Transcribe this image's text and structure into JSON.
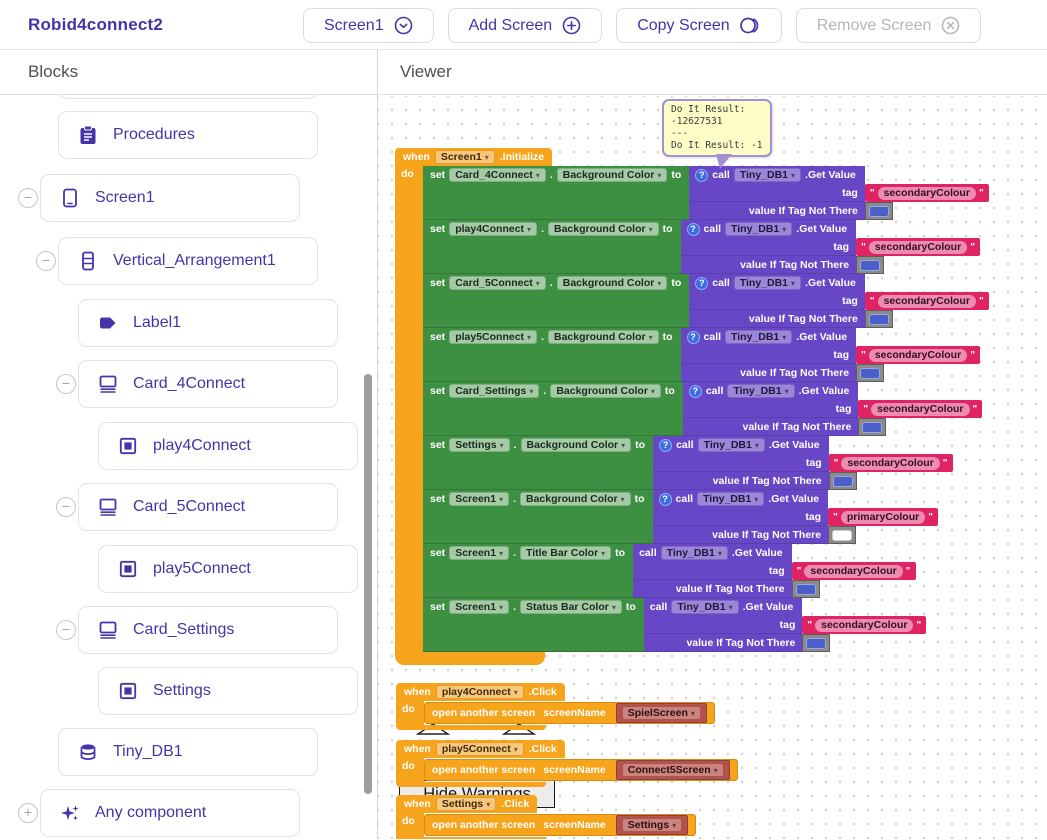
{
  "app": {
    "title": "Robid4connect2"
  },
  "toolbar": {
    "screen_selector": "Screen1",
    "add_screen": "Add Screen",
    "copy_screen": "Copy Screen",
    "remove_screen": "Remove Screen",
    "icons": [
      "chevron-down-circle-icon",
      "plus-circle-icon",
      "copy-icon",
      "x-circle-icon"
    ]
  },
  "panels": {
    "blocks_header": "Blocks",
    "viewer_header": "Viewer"
  },
  "tree": {
    "items": [
      {
        "label": "Procedures",
        "icon": "clipboard-icon",
        "level": 1,
        "toggle": null
      },
      {
        "label": "Screen1",
        "icon": "phone-icon",
        "level": 0,
        "toggle": "minus"
      },
      {
        "label": "Vertical_Arrangement1",
        "icon": "vertical-arrangement-icon",
        "level": 1,
        "toggle": "minus"
      },
      {
        "label": "Label1",
        "icon": "label-tag-icon",
        "level": 2,
        "toggle": null
      },
      {
        "label": "Card_4Connect",
        "icon": "card-icon",
        "level": 2,
        "toggle": "minus"
      },
      {
        "label": "play4Connect",
        "icon": "image-button-icon",
        "level": 3,
        "toggle": null
      },
      {
        "label": "Card_5Connect",
        "icon": "card-icon",
        "level": 2,
        "toggle": "minus"
      },
      {
        "label": "play5Connect",
        "icon": "image-button-icon",
        "level": 3,
        "toggle": null
      },
      {
        "label": "Card_Settings",
        "icon": "card-icon",
        "level": 2,
        "toggle": "minus"
      },
      {
        "label": "Settings",
        "icon": "image-button-icon",
        "level": 3,
        "toggle": null
      },
      {
        "label": "Tiny_DB1",
        "icon": "database-icon",
        "level": 1,
        "toggle": null
      },
      {
        "label": "Any component",
        "icon": "sparkle-icon",
        "level": 0,
        "toggle": "plus"
      }
    ]
  },
  "comment": {
    "lines": [
      "Do It Result:",
      "-12627531",
      "---",
      "Do It Result: -1"
    ]
  },
  "block_labels": {
    "when": "when",
    "do": "do",
    "set": "set",
    "dot": ".",
    "to": "to",
    "call": "call",
    "db": "Tiny_DB1",
    "get_value": ".Get Value",
    "tag": "tag",
    "value_if_tag": "value If Tag Not There",
    "initialize": ".Initialize",
    "click": ".Click",
    "open_screen": "open another screen",
    "screen_name": "screenName",
    "quote": "\"",
    "help": "?"
  },
  "main_event": {
    "component": "Screen1",
    "set_rows": [
      {
        "component": "Card_4Connect",
        "property": "Background Color",
        "help": true,
        "tag": "secondaryColour",
        "fallback": "blue"
      },
      {
        "component": "play4Connect",
        "property": "Background Color",
        "help": true,
        "tag": "secondaryColour",
        "fallback": "blue"
      },
      {
        "component": "Card_5Connect",
        "property": "Background Color",
        "help": true,
        "tag": "secondaryColour",
        "fallback": "blue"
      },
      {
        "component": "play5Connect",
        "property": "Background Color",
        "help": true,
        "tag": "secondaryColour",
        "fallback": "blue"
      },
      {
        "component": "Card_Settings",
        "property": "Background Color",
        "help": true,
        "tag": "secondaryColour",
        "fallback": "blue"
      },
      {
        "component": "Settings",
        "property": "Background Color",
        "help": true,
        "tag": "secondaryColour",
        "fallback": "blue"
      },
      {
        "component": "Screen1",
        "property": "Background Color",
        "help": true,
        "tag": "primaryColour",
        "fallback": "white"
      },
      {
        "component": "Screen1",
        "property": "Title Bar Color",
        "help": false,
        "tag": "secondaryColour",
        "fallback": "blue"
      },
      {
        "component": "Screen1",
        "property": "Status Bar Color",
        "help": false,
        "tag": "secondaryColour",
        "fallback": "blue"
      }
    ]
  },
  "click_events": [
    {
      "component": "play4Connect",
      "screen": "SpielScreen"
    },
    {
      "component": "play5Connect",
      "screen": "Connect5Screen"
    },
    {
      "component": "Settings",
      "screen": "Settings"
    }
  ],
  "hide_warnings_label": "Hide Warnings",
  "colors": {
    "accent_purple": "#4733a8",
    "block_orange": "#f7a41d",
    "block_green": "#3d8f41",
    "block_purple": "#6747c6",
    "string_pink": "#e02463",
    "screen_red": "#b4524d",
    "swatch_gray": "#8a8a8a",
    "swatch_blue": "#4a5fc8",
    "swatch_white": "#ffffff",
    "comment_bg": "#fdfdc8"
  }
}
